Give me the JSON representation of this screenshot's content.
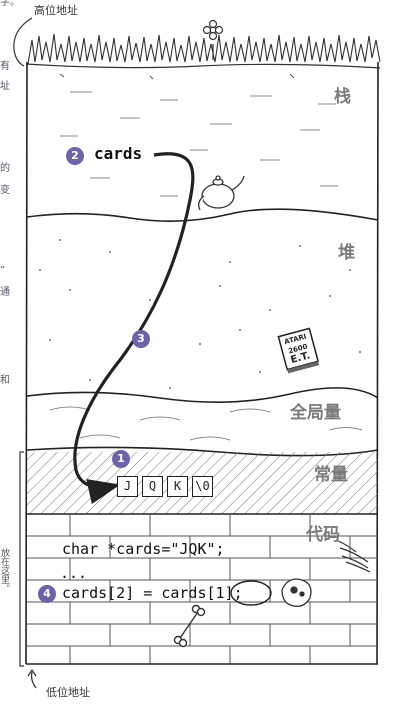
{
  "labels": {
    "high_address": "高位地址",
    "low_address": "低位地址",
    "side_note": "放在这里。"
  },
  "zones": {
    "stack": "栈",
    "heap": "堆",
    "globals": "全局量",
    "constants": "常量",
    "code": "代码"
  },
  "variable": "cards",
  "cells": [
    "J",
    "Q",
    "K",
    "\\0"
  ],
  "code_lines": {
    "line1": "char *cards=\"JQK\";",
    "line2": "...",
    "line3": "cards[2] = cards[1];"
  },
  "badges": {
    "b1": "1",
    "b2": "2",
    "b3": "3",
    "b4": "4"
  },
  "book_text": {
    "line1": "ATARI",
    "line2": "2600",
    "line3": "E.T."
  },
  "margin_text": {
    "t1": "有",
    "t2": "址",
    "t3": "的",
    "t4": "变",
    "t5": "”",
    "t6": "通",
    "t7": "和",
    "t0": "字。"
  },
  "colors": {
    "badge": "#6e63a8",
    "ink": "#222222",
    "label": "#7b7b7b"
  }
}
